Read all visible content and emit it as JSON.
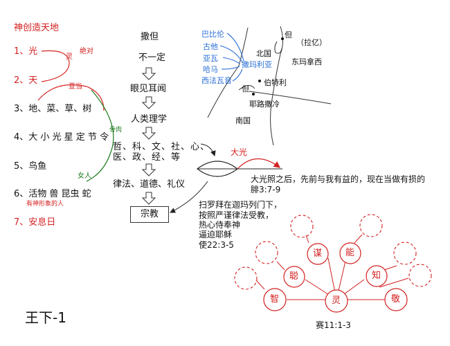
{
  "left": {
    "heading": "神创造天地",
    "days": [
      {
        "n": "1、光",
        "color": "red"
      },
      {
        "n": "2、天",
        "color": "red"
      },
      {
        "n": "3、地、菜、草、树",
        "color": "black"
      },
      {
        "n": "4、大 小 光 星 定 节 令",
        "color": "black"
      },
      {
        "n": "5、鸟鱼",
        "color": "black"
      },
      {
        "n": "6、活物 兽 昆虫 蛇",
        "color": "black"
      },
      {
        "n": "7、安息日",
        "color": "red"
      }
    ],
    "note6": "有神形象的人",
    "arc_ling": "灵",
    "arc_absolute": "绝对",
    "arc_adam": "亚当",
    "arc_bone": "骨肉",
    "arc_woman": "女人"
  },
  "center": {
    "flow": [
      "撒但",
      "不一定",
      "眼见耳闻",
      "人类理学"
    ],
    "disciplines_1": "哲、科、文、社、心、",
    "disciplines_2": "医、政、经、等",
    "law": "律法、道德、礼仪",
    "religion": "宗教"
  },
  "map": {
    "blue_names": [
      "巴比伦",
      "古他",
      "亚瓦",
      "哈马",
      "西法瓦音"
    ],
    "samaria": "撒玛利亚",
    "but_top": "但",
    "laish": "（拉亿）",
    "north_kingdom": "北国",
    "east_manasseh": "东玛拿西",
    "but_mid": "但",
    "bethel": "伯特利",
    "jerusalem": "耶路撒冷",
    "south_kingdom": "南国"
  },
  "light": {
    "big_light": "大光",
    "verse_1": "大光照之后，先前与我有益的，现在当做有损的",
    "verse_2": "腓3:7-9"
  },
  "paul": {
    "lines": [
      "扫罗拜在迦玛列门下，",
      "按照严谨律法受教，",
      "热心侍奉神",
      "逼迫耶稣",
      "使22:3-5"
    ]
  },
  "spirit": {
    "center": "灵",
    "wisdom": "智",
    "reverence": "敬",
    "smart": "聪",
    "plan": "谋",
    "ability": "能",
    "knowledge": "知",
    "ref": "赛11:1-3"
  },
  "footer": {
    "label": "王下-1"
  },
  "colors": {
    "red": "#d42020",
    "blue": "#2a6fd6",
    "green": "#1a7a1a"
  }
}
